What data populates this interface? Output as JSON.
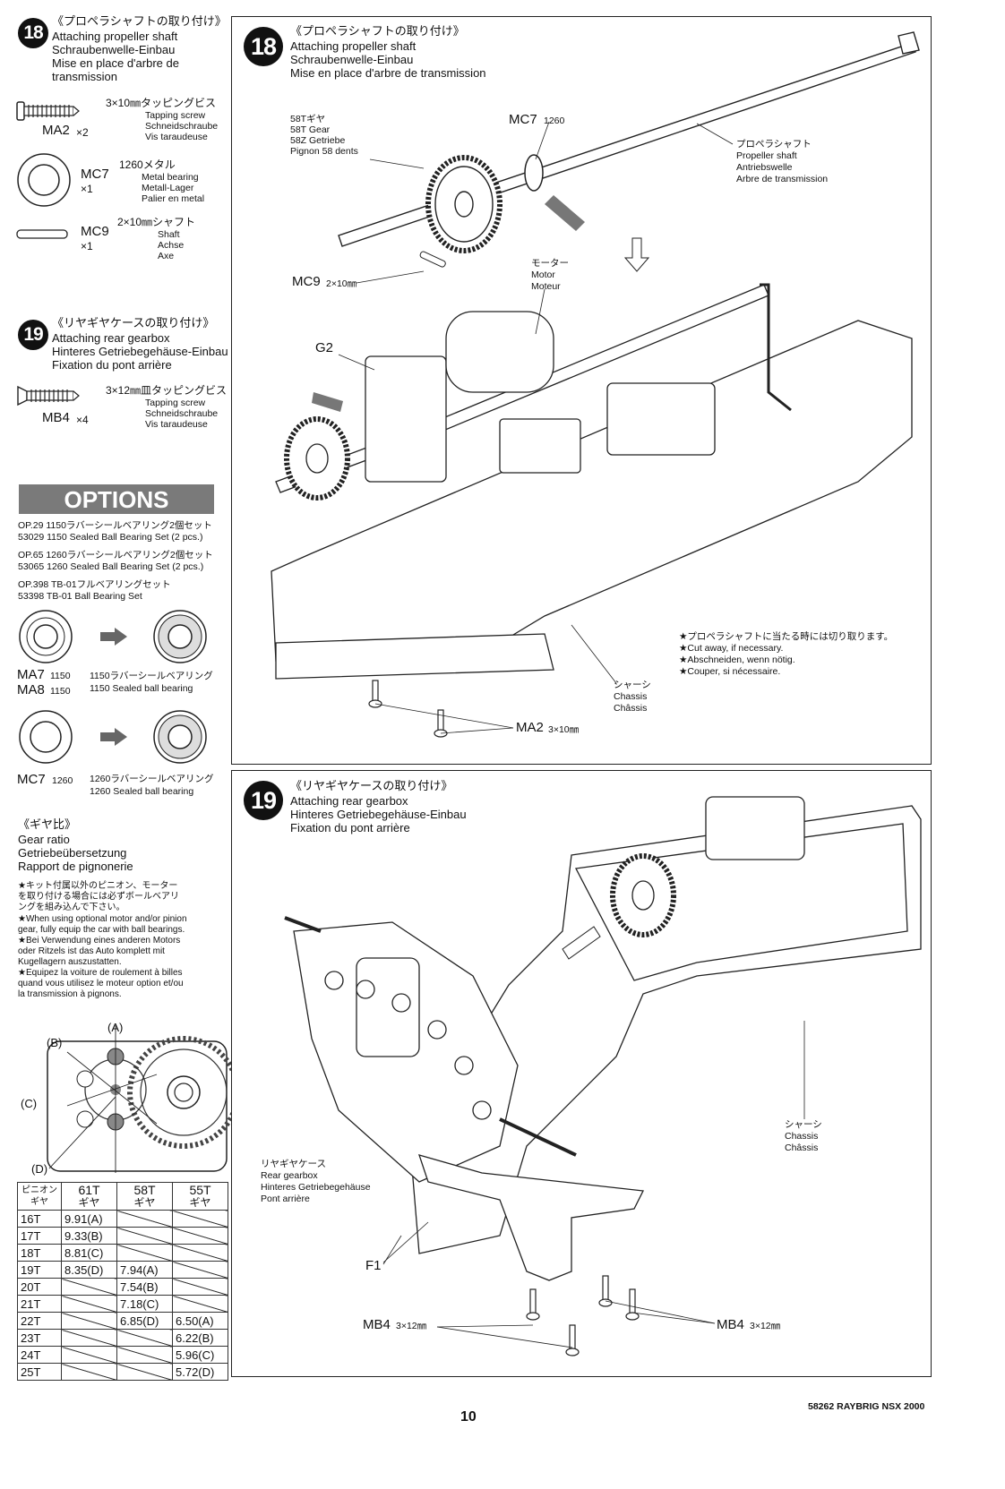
{
  "sidebar": {
    "step18": {
      "number": "18",
      "title_jp": "《プロペラシャフトの取り付け》",
      "title_en": "Attaching propeller shaft",
      "title_de": "Schraubenwelle-Einbau",
      "title_fr": "Mise en place d'arbre de",
      "title_fr2": "transmission",
      "parts": [
        {
          "code": "MA2",
          "qty": "×2",
          "name_jp": "3×10㎜タッピングビス",
          "name_en": "Tapping screw",
          "name_de": "Schneidschraube",
          "name_fr": "Vis taraudeuse",
          "icon": "screw-icon"
        },
        {
          "code": "MC7",
          "qty": "×1",
          "name_jp": "1260メタル",
          "name_en": "Metal bearing",
          "name_de": "Metall-Lager",
          "name_fr": "Palier en metal",
          "icon": "bearing-icon"
        },
        {
          "code": "MC9",
          "qty": "×1",
          "name_jp": "2×10㎜シャフト",
          "name_en": "Shaft",
          "name_de": "Achse",
          "name_fr": "Axe",
          "icon": "shaft-icon"
        }
      ]
    },
    "step19": {
      "number": "19",
      "title_jp": "《リヤギヤケースの取り付け》",
      "title_en": "Attaching rear gearbox",
      "title_de": "Hinteres Getriebegehäuse-Einbau",
      "title_fr": "Fixation du pont arrière",
      "parts": [
        {
          "code": "MB4",
          "qty": "×4",
          "name_jp": "3×12㎜皿タッピングビス",
          "name_en": "Tapping screw",
          "name_de": "Schneidschraube",
          "name_fr": "Vis taraudeuse",
          "icon": "screw-icon"
        }
      ]
    },
    "options": {
      "header": "OPTIONS",
      "lines": [
        "OP.29 1150ラバーシールベアリング2個セット",
        "53029 1150 Sealed Ball Bearing Set (2 pcs.)",
        "OP.65 1260ラバーシールベアリング2個セット",
        "53065 1260 Sealed Ball Bearing Set (2 pcs.)",
        "OP.398 TB-01フルベアリングセット",
        "53398 TB-01 Ball Bearing Set"
      ],
      "swap1": {
        "code1": "MA7",
        "size1": "1150",
        "code2": "MA8",
        "size2": "1150",
        "jp": "1150ラバーシールベアリング",
        "en": "1150 Sealed ball bearing"
      },
      "swap2": {
        "code": "MC7",
        "size": "1260",
        "jp": "1260ラバーシールベアリング",
        "en": "1260 Sealed ball bearing"
      }
    },
    "gear_ratio": {
      "title_jp": "《ギヤ比》",
      "title_en": "Gear ratio",
      "title_de": "Getriebeübersetzung",
      "title_fr": "Rapport de pignonerie",
      "notes": [
        "★キット付属以外のピニオン、モーター",
        "を取り付ける場合には必ずボールベアリ",
        "ングを組み込んで下さい。",
        "★When using optional motor and/or pinion",
        "gear, fully equip the car with ball bearings.",
        "★Bei Verwendung eines anderen Motors",
        "oder Ritzels ist das Auto komplett mit",
        "Kugellagern auszustatten.",
        "★Equipez la voiture de roulement à billes",
        "quand vous utilisez le moteur option et/ou",
        "la transmission à pignons."
      ],
      "diagram_labels": {
        "a": "(A)",
        "b": "(B)",
        "c": "(C)",
        "d": "(D)"
      },
      "table": {
        "header": {
          "c0a": "ピニオン",
          "c0b": "ギヤ",
          "c1a": "61T",
          "c1b": "ギヤ",
          "c2a": "58T",
          "c2b": "ギヤ",
          "c3a": "55T",
          "c3b": "ギヤ"
        },
        "rows": [
          [
            "16T",
            "9.91(A)",
            "",
            ""
          ],
          [
            "17T",
            "9.33(B)",
            "",
            ""
          ],
          [
            "18T",
            "8.81(C)",
            "",
            ""
          ],
          [
            "19T",
            "8.35(D)",
            "7.94(A)",
            ""
          ],
          [
            "20T",
            "",
            "7.54(B)",
            ""
          ],
          [
            "21T",
            "",
            "7.18(C)",
            ""
          ],
          [
            "22T",
            "",
            "6.85(D)",
            "6.50(A)"
          ],
          [
            "23T",
            "",
            "",
            "6.22(B)"
          ],
          [
            "24T",
            "",
            "",
            "5.96(C)"
          ],
          [
            "25T",
            "",
            "",
            "5.72(D)"
          ]
        ]
      }
    }
  },
  "panel18": {
    "number": "18",
    "title_jp": "《プロペラシャフトの取り付け》",
    "title_en": "Attaching propeller shaft",
    "title_de": "Schraubenwelle-Einbau",
    "title_fr": "Mise en place d'arbre de transmission",
    "gear_label": [
      "58Tギヤ",
      "58T Gear",
      "58Z Getriebe",
      "Pignon 58 dents"
    ],
    "mc7": "MC7",
    "mc7_size": "1260",
    "shaft_label": [
      "プロペラシャフト",
      "Propeller shaft",
      "Antriebswelle",
      "Arbre de transmission"
    ],
    "mc9": "MC9",
    "mc9_size": "2×10㎜",
    "motor_label": [
      "モーター",
      "Motor",
      "Moteur"
    ],
    "g2": "G2",
    "cut_note": [
      "★プロペラシャフトに当たる時には切り取ります。",
      "★Cut away, if necessary.",
      "★Abschneiden, wenn nötig.",
      "★Couper, si nécessaire."
    ],
    "chassis_label": [
      "シャーシ",
      "Chassis",
      "Châssis"
    ],
    "ma2": "MA2",
    "ma2_size": "3×10㎜"
  },
  "panel19": {
    "number": "19",
    "title_jp": "《リヤギヤケースの取り付け》",
    "title_en": "Attaching rear gearbox",
    "title_de": "Hinteres Getriebegehäuse-Einbau",
    "title_fr": "Fixation du pont arrière",
    "chassis_label": [
      "シャーシ",
      "Chassis",
      "Châssis"
    ],
    "gearbox_label": [
      "リヤギヤケース",
      "Rear gearbox",
      "Hinteres Getriebegehäuse",
      "Pont arrière"
    ],
    "f1": "F1",
    "mb4": "MB4",
    "mb4_size": "3×12㎜"
  },
  "footer": {
    "page_number": "10",
    "model": "58262 RAYBRIG NSX 2000"
  }
}
